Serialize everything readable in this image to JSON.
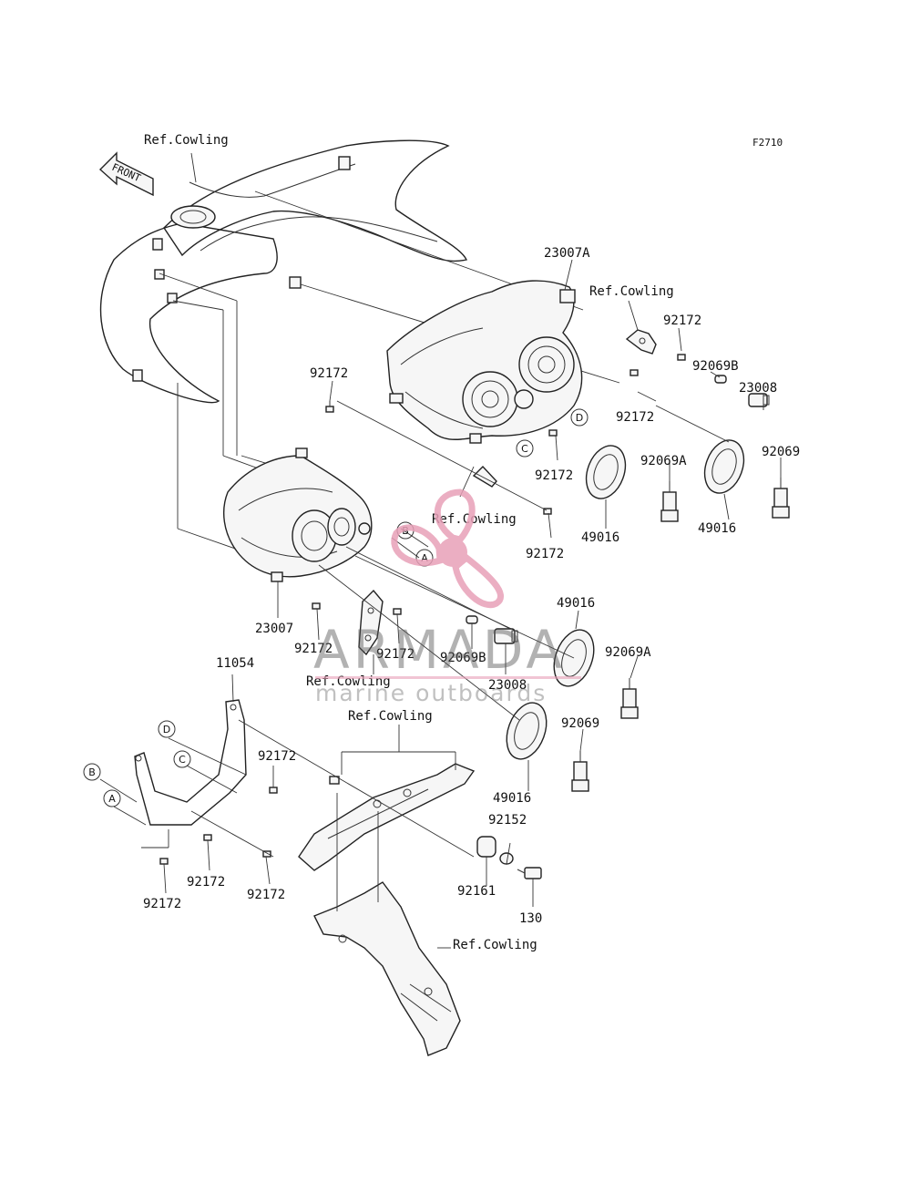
{
  "figure_code": "F2710",
  "front_arrow_label": "FRONT",
  "watermark": {
    "brand": "ARMADA",
    "tagline": "marine outboards",
    "brand_color": "#e8a0b8"
  },
  "callout_letters": [
    "A",
    "B",
    "C",
    "D"
  ],
  "part_labels": {
    "ref_cowling": "Ref.Cowling",
    "p23007A": "23007A",
    "p23007": "23007",
    "p92172": "92172",
    "p92069B": "92069B",
    "p92069A": "92069A",
    "p92069": "92069",
    "p23008": "23008",
    "p49016": "49016",
    "p11054": "11054",
    "p92152": "92152",
    "p92161": "92161",
    "p130": "130"
  }
}
